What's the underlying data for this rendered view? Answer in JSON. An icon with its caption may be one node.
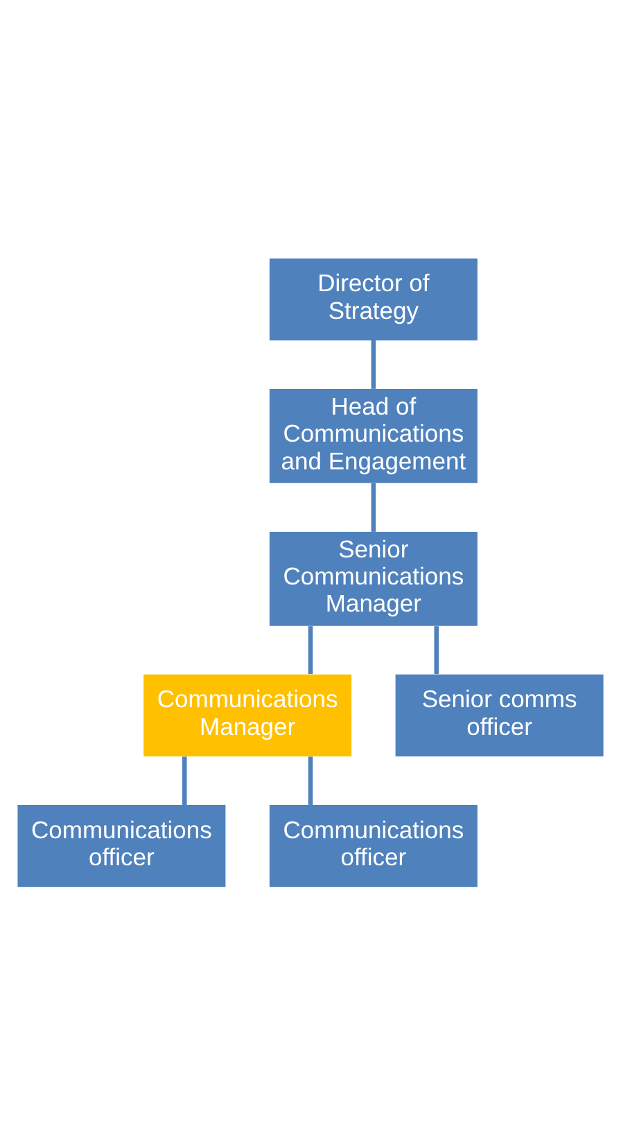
{
  "diagram": {
    "nodes": [
      {
        "text": [
          "Director of Strategy"
        ]
      },
      {
        "text": [
          "Head of Communications and Engagement"
        ]
      },
      {
        "text": [
          "Senior Communications Manager"
        ]
      },
      {
        "text": [
          "Communications Manager"
        ]
      },
      {
        "text": [
          "Senior comms officer"
        ]
      },
      {
        "text": [
          "Communications officer"
        ]
      },
      {
        "text": [
          "Communications officer"
        ]
      }
    ],
    "edges": [
      {
        "from": 0,
        "to": 1,
        "arrow": "none"
      },
      {
        "from": 1,
        "to": 2,
        "arrow": "none"
      },
      {
        "from": 2,
        "to": 3,
        "arrow": "none"
      },
      {
        "from": 2,
        "to": 4,
        "arrow": "none"
      },
      {
        "from": 3,
        "to": 5,
        "arrow": "none"
      },
      {
        "from": 3,
        "to": 6,
        "arrow": "none"
      }
    ]
  }
}
